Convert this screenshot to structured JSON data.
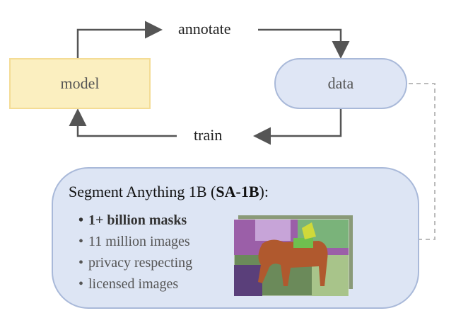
{
  "nodes": {
    "model": "model",
    "data": "data"
  },
  "edges": {
    "annotate": "annotate",
    "train": "train"
  },
  "dataset": {
    "title_prefix": "Segment Anything 1B (",
    "title_abbrev": "SA-1B",
    "title_suffix": "):",
    "bullets": [
      "1+ billion masks",
      "11 million images",
      "privacy respecting",
      "licensed images"
    ]
  },
  "colors": {
    "model_fill": "#fbefc0",
    "data_fill": "#dfe6f5",
    "panel_fill": "#dde5f4",
    "arrow": "#555555",
    "dashed": "#bbbbbb"
  }
}
